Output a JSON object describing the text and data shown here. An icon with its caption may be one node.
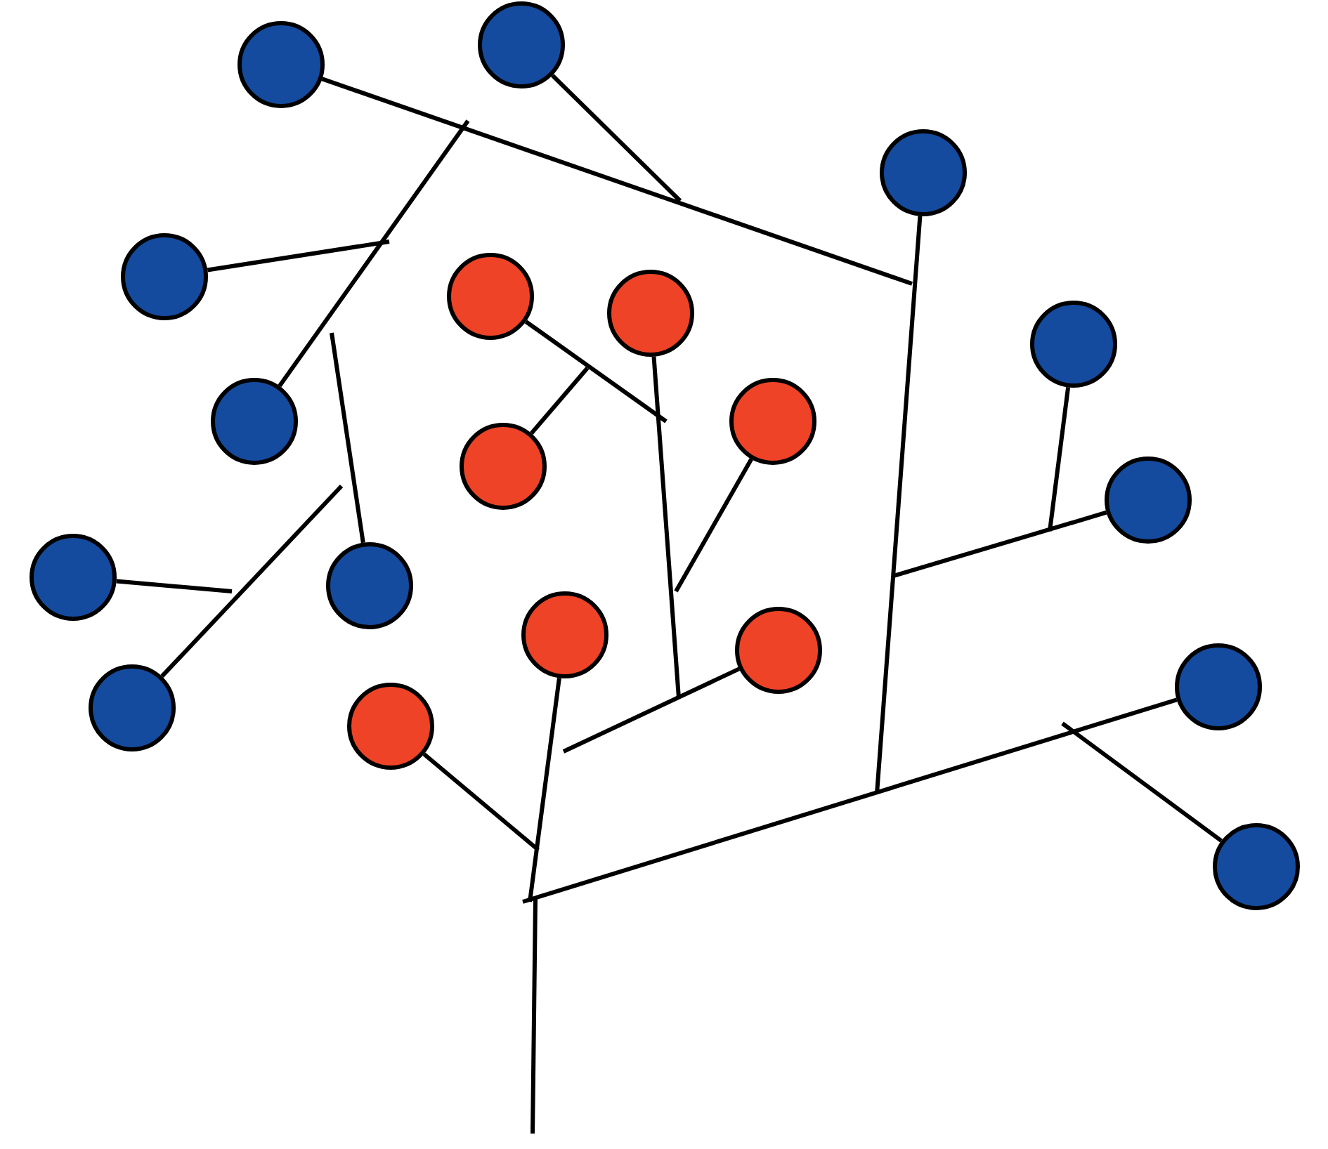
{
  "diagram": {
    "nodes": [
      {
        "text": [],
        "shape": "circle"
      },
      {
        "text": [],
        "shape": "circle"
      },
      {
        "text": [],
        "shape": "circle"
      },
      {
        "text": [],
        "shape": "circle"
      },
      {
        "text": [],
        "shape": "circle"
      },
      {
        "text": [],
        "shape": "circle"
      },
      {
        "text": [],
        "shape": "circle"
      },
      {
        "text": [],
        "shape": "circle"
      },
      {
        "text": [],
        "shape": "circle"
      },
      {
        "text": [],
        "shape": "circle"
      },
      {
        "text": [],
        "shape": "circle"
      },
      {
        "text": [],
        "shape": "circle"
      },
      {
        "text": [],
        "shape": "circle"
      },
      {
        "text": [],
        "shape": "circle"
      },
      {
        "text": [],
        "shape": "circle"
      },
      {
        "text": [],
        "shape": "circle"
      },
      {
        "text": [],
        "shape": "circle"
      },
      {
        "text": [],
        "shape": "circle"
      },
      {
        "text": [],
        "shape": "circle"
      }
    ],
    "edges": [
      {
        "from": 0,
        "to": null,
        "arrow": "none"
      },
      {
        "from": 1,
        "to": null,
        "arrow": "none"
      },
      {
        "from": 2,
        "to": null,
        "arrow": "none"
      },
      {
        "from": 3,
        "to": null,
        "arrow": "none"
      },
      {
        "from": 4,
        "to": null,
        "arrow": "none"
      },
      {
        "from": 5,
        "to": null,
        "arrow": "none"
      },
      {
        "from": 6,
        "to": null,
        "arrow": "none"
      },
      {
        "from": 7,
        "to": null,
        "arrow": "none"
      },
      {
        "from": 8,
        "to": null,
        "arrow": "none"
      },
      {
        "from": 9,
        "to": null,
        "arrow": "none"
      },
      {
        "from": 10,
        "to": null,
        "arrow": "none"
      },
      {
        "from": 11,
        "to": null,
        "arrow": "none"
      },
      {
        "from": 12,
        "to": null,
        "arrow": "none"
      },
      {
        "from": 13,
        "to": null,
        "arrow": "none"
      },
      {
        "from": 14,
        "to": null,
        "arrow": "none"
      },
      {
        "from": 15,
        "to": null,
        "arrow": "none"
      },
      {
        "from": 16,
        "to": null,
        "arrow": "none"
      },
      {
        "from": 17,
        "to": null,
        "arrow": "none"
      },
      {
        "from": 18,
        "to": null,
        "arrow": "none"
      }
    ]
  }
}
